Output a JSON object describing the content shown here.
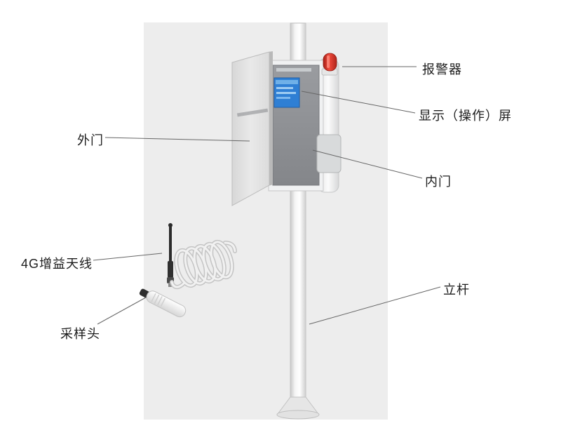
{
  "diagram": {
    "labels": {
      "alarm": "报警器",
      "screen": "显示（操作）屏",
      "outer_door": "外门",
      "inner_door": "内门",
      "antenna_4g": "4G增益天线",
      "sampling_head": "采样头",
      "pole": "立杆"
    },
    "colors": {
      "background": "#ffffff",
      "band_gray": "#ededed",
      "beacon_red": "#d63a2f",
      "screen_blue": "#2f7fd4",
      "panel_gray": "#909296",
      "cabinet_white": "#f2f3f4",
      "leader_line": "#666666",
      "antenna_black": "#2b2b2b"
    }
  }
}
